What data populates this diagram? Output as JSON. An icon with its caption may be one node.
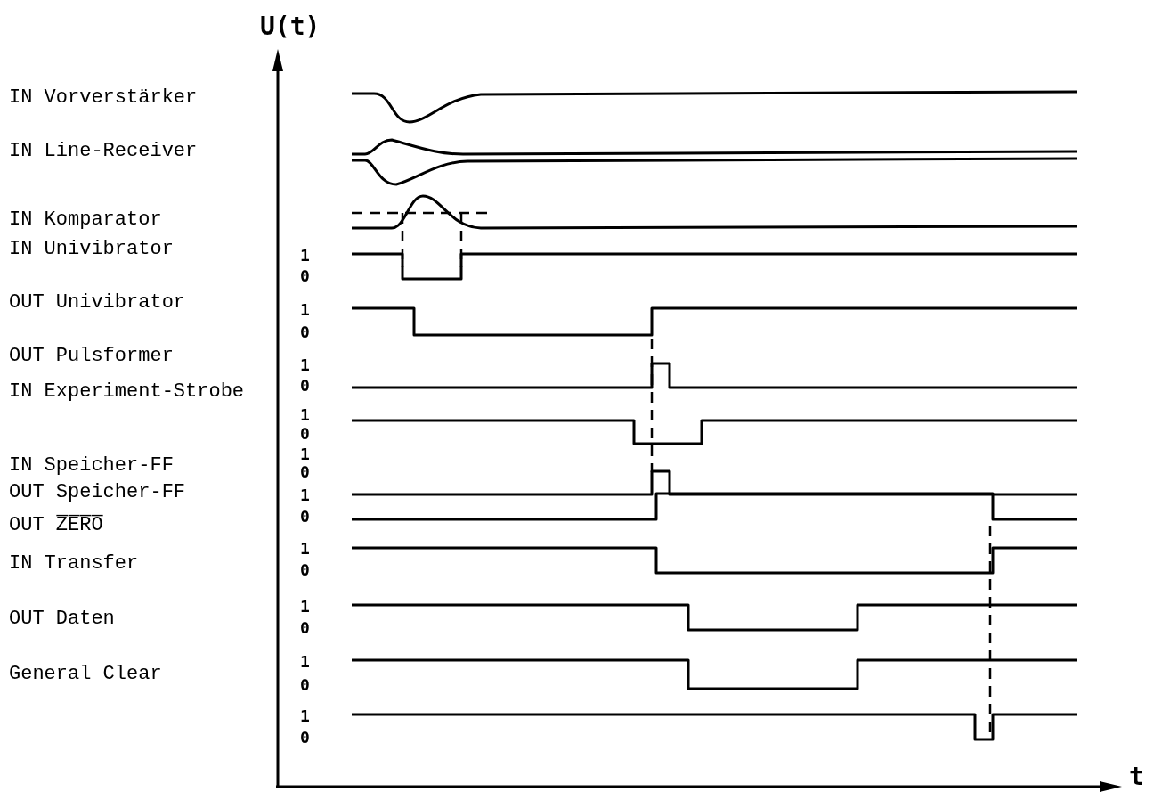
{
  "diagram": {
    "labels": [
      "U(t)",
      "IN Vorverstärker",
      "IN Line-Receiver",
      "IN Komparator",
      "IN Univibrator",
      "1",
      "0",
      "OUT Univibrator",
      "1",
      "0",
      "OUT Pulsformer",
      "1",
      "0",
      "IN Experiment-Strobe",
      "1",
      "0",
      "1",
      "IN Speicher-FF",
      "0",
      "OUT Speicher-FF",
      "1",
      "0",
      "OUT Z̅E̅R̅O̅",
      "1",
      "0",
      "IN Transfer",
      "1",
      "0",
      "OUT Daten",
      "1",
      "0",
      "General Clear",
      "1",
      "0",
      "t"
    ]
  }
}
